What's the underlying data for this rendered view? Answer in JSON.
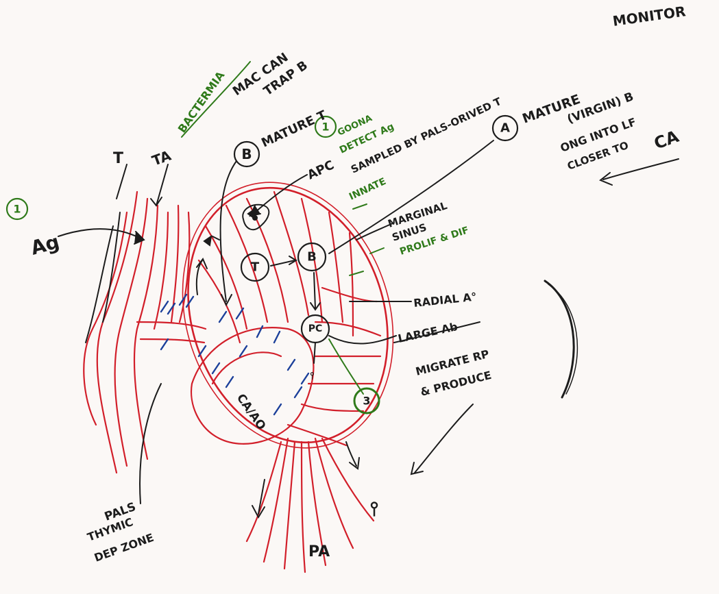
{
  "labels": {
    "bacteremia": "BACTERMIA",
    "mac_can": "MAC CAN",
    "trap_b": "TRAP B",
    "mature_t": "MATURE T",
    "monitor": "MONITOR",
    "b_mature_t_marker": "B",
    "apc": "APC",
    "step2_line1": "GOONA",
    "step2_line2": "DETECT Ag",
    "step2_line3": "SAMPLED BY PALS-ORIVED T",
    "innate": "INNATE",
    "a_marker": "A",
    "mature_b_line1": "MATURE",
    "mature_b_line2": "(VIRGIN) B",
    "mature_b_line3": "ONG INTO LF",
    "mature_b_line4": "CLOSER TO",
    "ca": "CA",
    "marginal_sinus_line1": "MARGINAL",
    "marginal_sinus_line2": "SINUS",
    "prolif_dif": "PROLIF & DIF",
    "radial_a": "RADIAL A°",
    "large_ab": "LARGE Ab",
    "migrate_line1": "MIGRATE RP",
    "migrate_line2": "& PRODUCE",
    "t_marker": "T",
    "ta": "TA",
    "t_top": "T",
    "ag": "Ag",
    "step1": "1",
    "step3": "3",
    "pc": "PC",
    "b_node": "B",
    "t_node": "T",
    "ca_a_o": "CA/AO",
    "pals_line1": "PALS",
    "pals_line2": "THYMIC",
    "pals_line3": "DEP ZONE",
    "pa": "PA",
    "antibody_symbol": "⫯"
  },
  "colors": {
    "ink": "#1c1c1c",
    "red_vessel": "#d21f2a",
    "green_ink": "#2f7a1a",
    "blue_hatch": "#1b3f9a",
    "paper": "#fbf8f6"
  }
}
